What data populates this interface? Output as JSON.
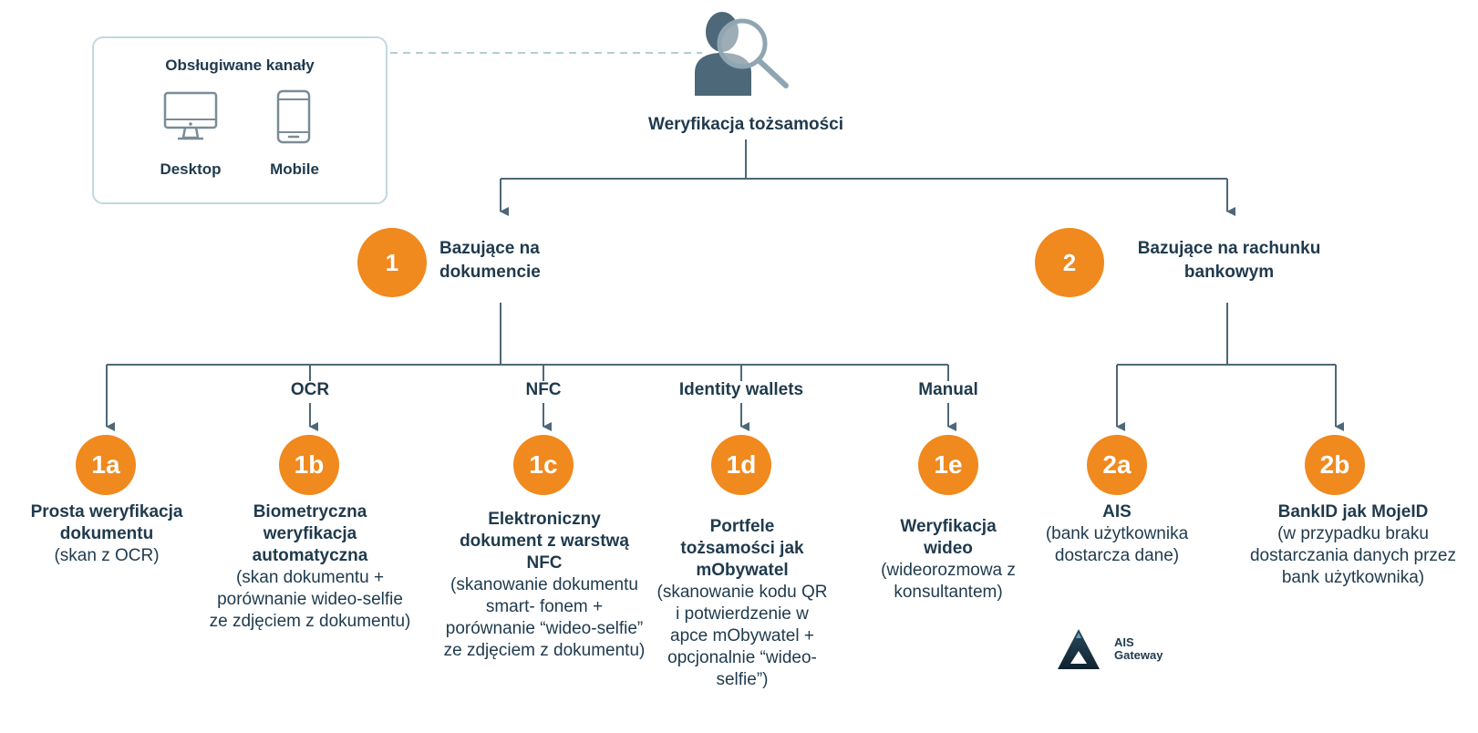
{
  "title": "Weryfikacja tożsamości",
  "channels": {
    "heading": "Obsługiwane kanały",
    "items": [
      {
        "label": "Desktop",
        "icon": "desktop-icon"
      },
      {
        "label": "Mobile",
        "icon": "mobile-icon"
      }
    ]
  },
  "branches": [
    {
      "number": "1",
      "label": "Bazujące na dokumencie"
    },
    {
      "number": "2",
      "label": "Bazujące na rachunku bankowym"
    }
  ],
  "categories": [
    "OCR",
    "NFC",
    "Identity wallets",
    "Manual"
  ],
  "leaves": [
    {
      "id": "1a",
      "title": "Prosta weryfikacja dokumentu",
      "desc": "(skan z OCR)"
    },
    {
      "id": "1b",
      "title": "Biometryczna weryfikacja automatyczna",
      "desc": "(skan dokumentu + porównanie wideo-selfie ze zdjęciem z dokumentu)"
    },
    {
      "id": "1c",
      "title": "Elektroniczny dokument z warstwą NFC",
      "desc": "(skanowanie dokumentu smart- fonem + porównanie “wideo-selfie” ze zdjęciem z dokumentu)"
    },
    {
      "id": "1d",
      "title": "Portfele tożsamości jak mObywatel",
      "desc": "(skanowanie kodu QR i potwierdzenie w apce mObywatel + opcjonalnie “wideo-selfie”)"
    },
    {
      "id": "1e",
      "title": "Weryfikacja wideo",
      "desc": "(wideorozmowa z konsultantem)"
    },
    {
      "id": "2a",
      "title": "AIS",
      "desc": "(bank użytkownika dostarcza dane)"
    },
    {
      "id": "2b",
      "title": "BankID jak MojeID",
      "desc": "(w przypadku braku dostarczania danych przez bank użytkownika)"
    }
  ],
  "ais_gateway_logo": {
    "line1": "AIS",
    "line2": "Gateway"
  },
  "colors": {
    "accent": "#f0891e",
    "line": "#4d6878",
    "dark": "#1f3a4d",
    "box_border": "#c4d8e0",
    "icon_gray": "#7a8c96"
  }
}
